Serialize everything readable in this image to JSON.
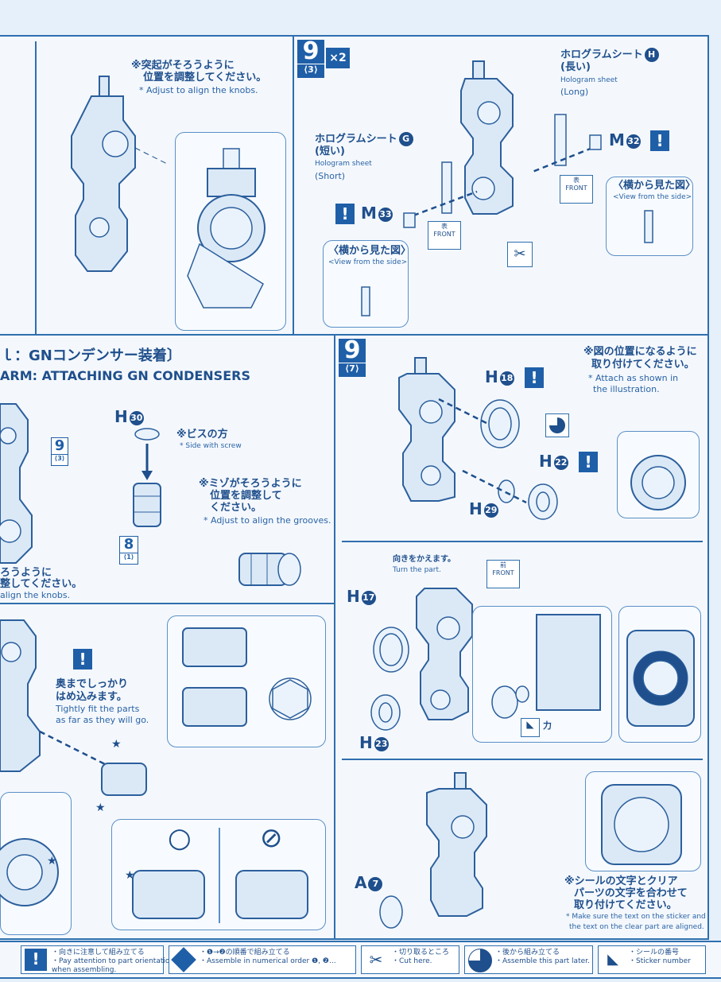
{
  "top_left": {
    "note_jp_1": "※突起がそろうように",
    "note_jp_2": "位置を調整してください。",
    "note_en": "* Adjust to align the knobs."
  },
  "step_9_3": {
    "step_number": "9",
    "step_sub": "⟨3⟩",
    "multiplier": "×2",
    "sheet_h_jp": "ホログラムシート",
    "sheet_h_letter": "H",
    "sheet_h_long_jp": "(長い)",
    "sheet_h_en": "Hologram sheet",
    "sheet_h_long_en": "(Long)",
    "sheet_g_jp": "ホログラムシート",
    "sheet_g_letter": "G",
    "sheet_g_short_jp": "(短い)",
    "sheet_g_en": "Hologram sheet",
    "sheet_g_short_en": "(Short)",
    "part_m32": "M",
    "part_m32_num": "32",
    "part_m33": "M",
    "part_m33_num": "33",
    "side_view_jp": "〈横から見た図〉",
    "side_view_en": "<View from the side>",
    "front_jp": "表",
    "front_en": "FRONT"
  },
  "section_arm": {
    "title_jp": "ｌ：GNコンデンサー装着〕",
    "title_en": "ARM: ATTACHING GN CONDENSERS",
    "part_h30": "H",
    "part_h30_num": "30",
    "screw_jp": "※ビスの方",
    "screw_en": "* Side with screw",
    "groove_jp_1": "※ミゾがそろうように",
    "groove_jp_2": "位置を調整して",
    "groove_jp_3": "ください。",
    "groove_en": "* Adjust to align the grooves.",
    "ref_step_9": "9",
    "ref_step_9_sub": "⟨3⟩",
    "ref_step_8": "8",
    "ref_step_8_sub": "⟨1⟩",
    "knob_jp_1": "ろうように",
    "knob_jp_2": "整してください。",
    "knob_en": "align the knobs.",
    "tight_jp_1": "奥までしっかり",
    "tight_jp_2": "はめ込みます。",
    "tight_en_1": "Tightly fit the parts",
    "tight_en_2": "as far as they will go.",
    "ok_symbol": "○",
    "ng_symbol": "⊘"
  },
  "step_9_7": {
    "step_number": "9",
    "step_sub": "⟨7⟩",
    "note_jp_1": "※図の位置になるように",
    "note_jp_2": "取り付けてください。",
    "note_en_1": "* Attach as shown in",
    "note_en_2": "the illustration.",
    "part_h18": "H",
    "part_h18_num": "18",
    "part_h22": "H",
    "part_h22_num": "22",
    "part_h29": "H",
    "part_h29_num": "29",
    "turn_jp": "向きをかえます。",
    "turn_en": "Turn the part.",
    "front_jp": "前",
    "front_en": "FRONT",
    "part_h17": "H",
    "part_h17_num": "17",
    "part_h23": "H",
    "part_h23_num": "23",
    "sticker_label": "力",
    "part_a7": "A",
    "part_a7_num": "7",
    "clear_jp_1": "※シールの文字とクリア",
    "clear_jp_2": "パーツの文字を合わせて",
    "clear_jp_3": "取り付けてください。",
    "clear_en_1": "* Make sure the text on the sticker and",
    "clear_en_2": "the text on the clear part are aligned."
  },
  "legend": [
    {
      "jp": "・向きに注意して組み立てる",
      "en_1": "・Pay attention to part orientation",
      "en_2": "when assembling."
    },
    {
      "jp": "・❶→❷の順番で組み立てる",
      "en_1": "・Assemble in numerical order ❶, ❷...",
      "en_2": ""
    },
    {
      "jp": "・切り取るところ",
      "en_1": "・Cut here.",
      "en_2": ""
    },
    {
      "jp": "・後から組み立てる",
      "en_1": "・Assemble this part later.",
      "en_2": ""
    },
    {
      "jp": "・シールの番号",
      "en_1": "・Sticker number",
      "en_2": ""
    }
  ],
  "colors": {
    "accent": "#1f5fa8",
    "line": "#2c5f9c",
    "paper": "#f4f8fd"
  }
}
